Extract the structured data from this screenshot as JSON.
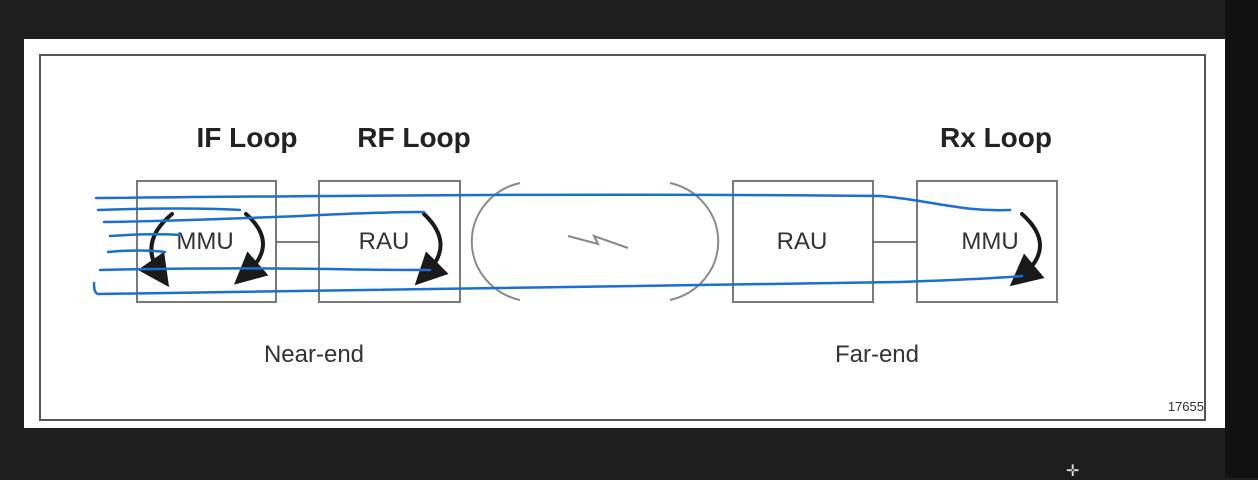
{
  "diagram": {
    "headings": {
      "if_loop": "IF Loop",
      "rf_loop": "RF Loop",
      "rx_loop": "Rx Loop"
    },
    "near_end": {
      "label": "Near-end",
      "mmu": "MMU",
      "rau": "RAU"
    },
    "far_end": {
      "label": "Far-end",
      "rau": "RAU",
      "mmu": "MMU"
    },
    "figure_number": "17655"
  },
  "colors": {
    "annotation_ink": "#1a6fd1",
    "box_stroke": "#7a7a7a",
    "background": "#ffffff",
    "outer_background": "#1e1e1e"
  }
}
